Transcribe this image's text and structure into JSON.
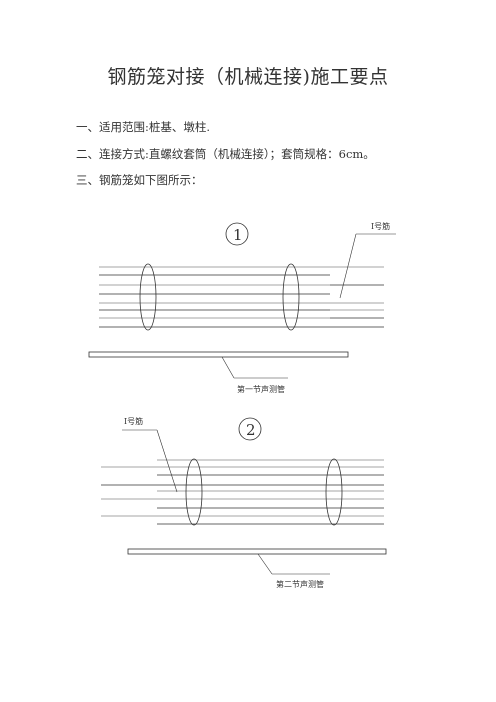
{
  "document": {
    "title": "钢筋笼对接（机械连接)施工要点",
    "lines": [
      "一、适用范围:桩基、墩柱.",
      "二、连接方式:直螺纹套筒（机械连接）；套筒规格：6cm。",
      "三、钢筋笼如下图所示："
    ]
  },
  "figures": [
    {
      "number": "1",
      "bar_label": "Ⅰ号筋",
      "pipe_label": "第一节声测管"
    },
    {
      "number": "2",
      "bar_label": "Ⅰ号筋",
      "pipe_label": "第二节声测管"
    }
  ]
}
